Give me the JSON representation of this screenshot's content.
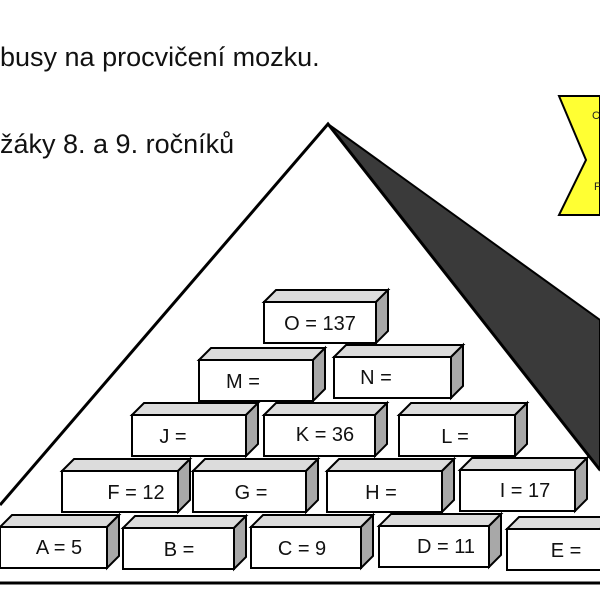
{
  "text": {
    "line1": "busy na procvičení mozku.",
    "line2": "žáky 8. a 9. ročníků"
  },
  "badge": {
    "top_letter": "C",
    "bottom_letter": "F"
  },
  "bricks": {
    "O": "O = 137",
    "M": "M =",
    "N": "N =",
    "J": "J =",
    "K": "K = 36",
    "L": "L =",
    "F": "F = 12",
    "G": "G =",
    "H": "H =",
    "I": "I = 17",
    "A": "A = 5",
    "B": "B =",
    "C": "C = 9",
    "D": "D = 11",
    "E": "E ="
  },
  "colors": {
    "pyramid_shadow": "#3a3a3a",
    "badge_fill": "#ffff33",
    "brick_top": "#dcdcdc",
    "brick_side": "#a8a8a8",
    "brick_front": "#ffffff"
  }
}
